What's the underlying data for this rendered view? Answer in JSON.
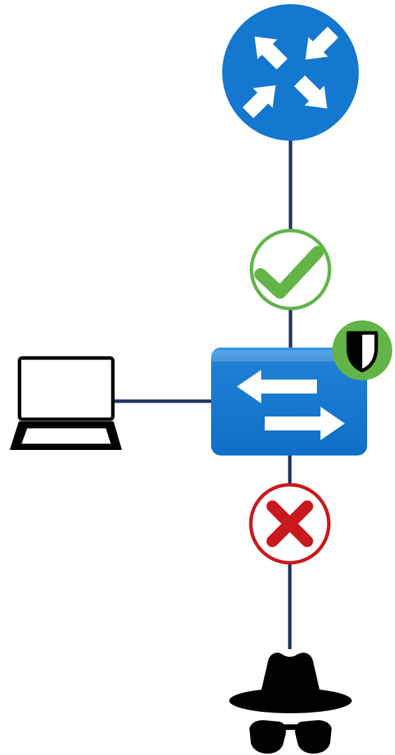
{
  "diagram": {
    "nodes": [
      {
        "id": "router",
        "icon": "router-icon"
      },
      {
        "id": "switch",
        "icon": "switch-icon",
        "badge": "shield-icon"
      },
      {
        "id": "laptop",
        "icon": "laptop-icon"
      },
      {
        "id": "attacker",
        "icon": "spy-icon"
      }
    ],
    "links": [
      {
        "from": "router",
        "to": "switch",
        "status": "allowed",
        "marker": "checkmark-icon"
      },
      {
        "from": "laptop",
        "to": "switch"
      },
      {
        "from": "switch",
        "to": "attacker",
        "status": "blocked",
        "marker": "cross-icon"
      }
    ],
    "colors": {
      "link": "#1f3561",
      "router": "#1477d0",
      "switch": "#1477d0",
      "allowed": "#62b447",
      "blocked": "#c9191c",
      "icon_dark": "#000000"
    }
  }
}
